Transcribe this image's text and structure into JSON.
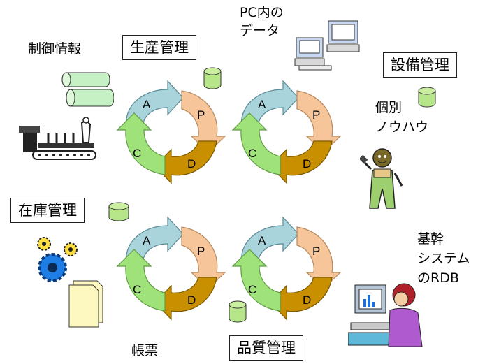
{
  "labels": {
    "seisan": "生産管理",
    "setsubi": "設備管理",
    "zaiko": "在庫管理",
    "hinshitsu": "品質管理"
  },
  "notes": {
    "seigyo": "制御情報",
    "pc_line1": "PC内の",
    "pc_line2": "データ",
    "kobetsu_line1": "個別",
    "kobetsu_line2": "ノウハウ",
    "kikan_line1": "基幹",
    "kikan_line2": "システム",
    "kikan_line3": "のRDB",
    "chohyo": "帳票"
  },
  "cycle": {
    "a": "A",
    "p": "P",
    "d": "D",
    "c": "C"
  },
  "colors": {
    "a": "#a9d4dc",
    "p": "#f7c59a",
    "d": "#c89000",
    "c": "#9fe27a",
    "cylinder": "#b7e58a"
  }
}
